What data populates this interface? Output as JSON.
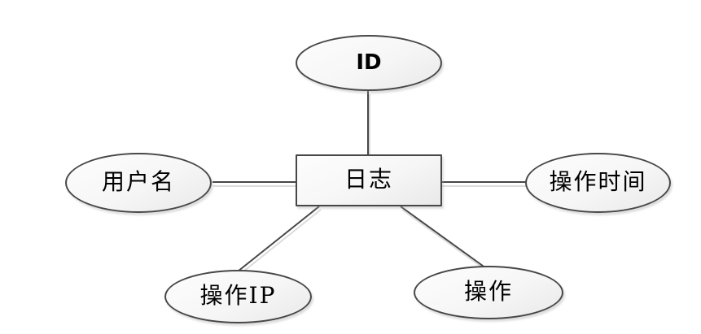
{
  "diagram": {
    "type": "entity-relationship",
    "background_color": "#ffffff",
    "entity": {
      "label": "日志",
      "shape": "rectangle"
    },
    "attributes": [
      {
        "label": "ID",
        "shape": "ellipse",
        "position": "top"
      },
      {
        "label": "用户名",
        "shape": "ellipse",
        "position": "left"
      },
      {
        "label": "操作时间",
        "shape": "ellipse",
        "position": "right"
      },
      {
        "label": "操作IP",
        "shape": "ellipse",
        "position": "bottom-left"
      },
      {
        "label": "操作",
        "shape": "ellipse",
        "position": "bottom-right"
      }
    ],
    "connections": [
      {
        "from": "日志",
        "to": "ID"
      },
      {
        "from": "日志",
        "to": "用户名"
      },
      {
        "from": "日志",
        "to": "操作时间"
      },
      {
        "from": "日志",
        "to": "操作IP"
      },
      {
        "from": "日志",
        "to": "操作"
      }
    ],
    "colors": {
      "shape_border": "#474747",
      "shape_fill_top": "#fdfdfd",
      "shape_fill_bottom": "#e9e9e9",
      "connector": "#474747",
      "connector_shadow": "#dcdcdc",
      "text": "#000000"
    }
  }
}
